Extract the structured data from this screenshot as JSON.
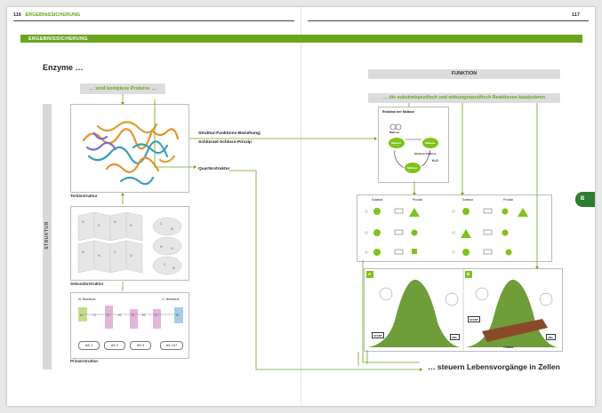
{
  "header": {
    "left_page_number": "116",
    "left_section": "ERGEBNISSICHERUNG",
    "right_page_number": "117"
  },
  "band_label": "ERGEBNISSICHERUNG",
  "title": "Enzyme …",
  "left_subtitle": "… sind komplexe Proteine …",
  "struktur_label": "STRUKTUR",
  "captions": {
    "tertiary": "Tertiärstruktur",
    "secondary": "Sekundärstruktur",
    "primary": "Primärstruktur",
    "quartiary": "Quartärstruktur"
  },
  "relation_lines": [
    "Struktur-Funktions-Beziehung;",
    "Schlüssel-Schloss-Prinzip"
  ],
  "primary_structure": {
    "n_terminus": "N-Terminus",
    "c_terminus": "C-Terminus",
    "amino_acids": [
      "AS 1",
      "AS 2",
      "AS 3",
      "AS 147"
    ]
  },
  "funktion_header": "FUNKTION",
  "funktion_subtitle": "… die substratspezifisch und wirkungsspezifisch Reaktionen katalysieren",
  "maltase_box": {
    "title": "Reaktion der Maltase",
    "labels": [
      "Maltose",
      "Maltase",
      "Maltase",
      "Glukose Glukose",
      "Maltase",
      "H₂O"
    ]
  },
  "specificity_headers": [
    "Substrat",
    "Produkt",
    "Substrat",
    "Produkt"
  ],
  "panels": [
    "A",
    "B"
  ],
  "panel_labels": {
    "start": "START",
    "ziel": "ZIEL",
    "tunnel": "TUNNEL"
  },
  "side_tab": "B",
  "final_text": "… steuern Lebensvorgänge in Zellen",
  "colors": {
    "accent": "#6aa51f",
    "dark_green": "#2e7d32"
  }
}
